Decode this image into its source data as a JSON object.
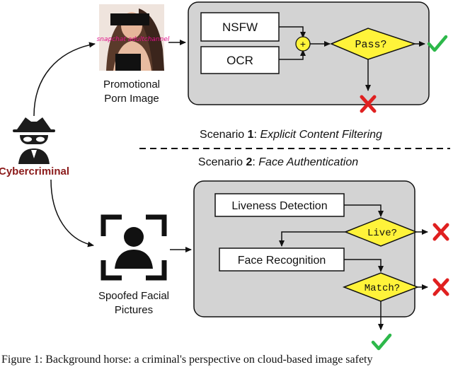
{
  "scenario1": {
    "input_caption_line1": "Promotional",
    "input_caption_line2": "Porn Image",
    "image_overlay_text": "snapchat adultchannel",
    "nsfw_label": "NSFW",
    "ocr_label": "OCR",
    "combine_symbol": "+",
    "decision_label": "Pass?",
    "title_prefix": "Scenario ",
    "title_number": "1",
    "title_sep": ": ",
    "title_name": "Explicit Content Filtering"
  },
  "actor": {
    "label": "Cybercriminal",
    "color": "#8b1a1a"
  },
  "scenario2": {
    "title_prefix": "Scenario ",
    "title_number": "2",
    "title_sep": ": ",
    "title_name": "Face Authentication",
    "input_caption_line1": "Spoofed Facial",
    "input_caption_line2": "Pictures",
    "liveness_label": "Liveness Detection",
    "live_decision_label": "Live?",
    "face_recognition_label": "Face Recognition",
    "match_decision_label": "Match?"
  },
  "icons": {
    "pass": "check-icon",
    "fail": "cross-icon",
    "pass_color": "#2db84a",
    "fail_color": "#e02020",
    "decision_fill": "#fff33a",
    "nsfw_ocr_merge_fill": "#fff33a",
    "panel_fill": "#d3d3d3"
  },
  "caption": "Figure 1: Background horse: a criminal's perspective on cloud-based image safety"
}
